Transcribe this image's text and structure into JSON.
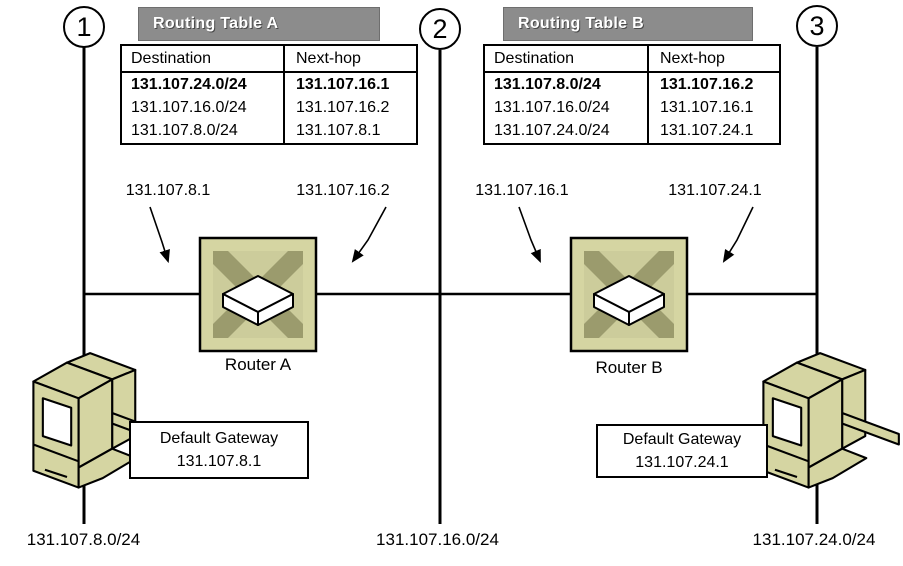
{
  "colors": {
    "device_fill": "#D5D5A2",
    "router_inner": "#9B9B6D",
    "router_arrow_pattern": "#CCCC9B",
    "table_header_bg": "#8C8C8C",
    "table_header_text": "#FFFFFF",
    "line": "#000000",
    "background": "#FFFFFF"
  },
  "icons": {
    "router": "router-crossed-arrows-icon",
    "workstation": "desktop-computer-icon",
    "arrowhead": "solid-triangle-arrowhead"
  },
  "segments": [
    {
      "id": "1",
      "network": "131.107.8.0/24"
    },
    {
      "id": "2",
      "network": "131.107.16.0/24"
    },
    {
      "id": "3",
      "network": "131.107.24.0/24"
    }
  ],
  "routing_tables": [
    {
      "title": "Routing Table A",
      "col_destination": "Destination",
      "col_next_hop": "Next-hop",
      "rows": [
        {
          "destination": "131.107.24.0/24",
          "next_hop": "131.107.16.1"
        },
        {
          "destination": "131.107.16.0/24",
          "next_hop": "131.107.16.2"
        },
        {
          "destination": "131.107.8.0/24",
          "next_hop": "131.107.8.1"
        }
      ]
    },
    {
      "title": "Routing Table B",
      "col_destination": "Destination",
      "col_next_hop": "Next-hop",
      "rows": [
        {
          "destination": "131.107.8.0/24",
          "next_hop": "131.107.16.2"
        },
        {
          "destination": "131.107.16.0/24",
          "next_hop": "131.107.16.1"
        },
        {
          "destination": "131.107.24.0/24",
          "next_hop": "131.107.24.1"
        }
      ]
    }
  ],
  "routers": [
    {
      "name": "Router A",
      "left_interface_ip": "131.107.8.1",
      "right_interface_ip": "131.107.16.2"
    },
    {
      "name": "Router B",
      "left_interface_ip": "131.107.16.1",
      "right_interface_ip": "131.107.24.1"
    }
  ],
  "default_gateways": [
    {
      "label": "Default Gateway",
      "ip": "131.107.8.1"
    },
    {
      "label": "Default Gateway",
      "ip": "131.107.24.1"
    }
  ]
}
